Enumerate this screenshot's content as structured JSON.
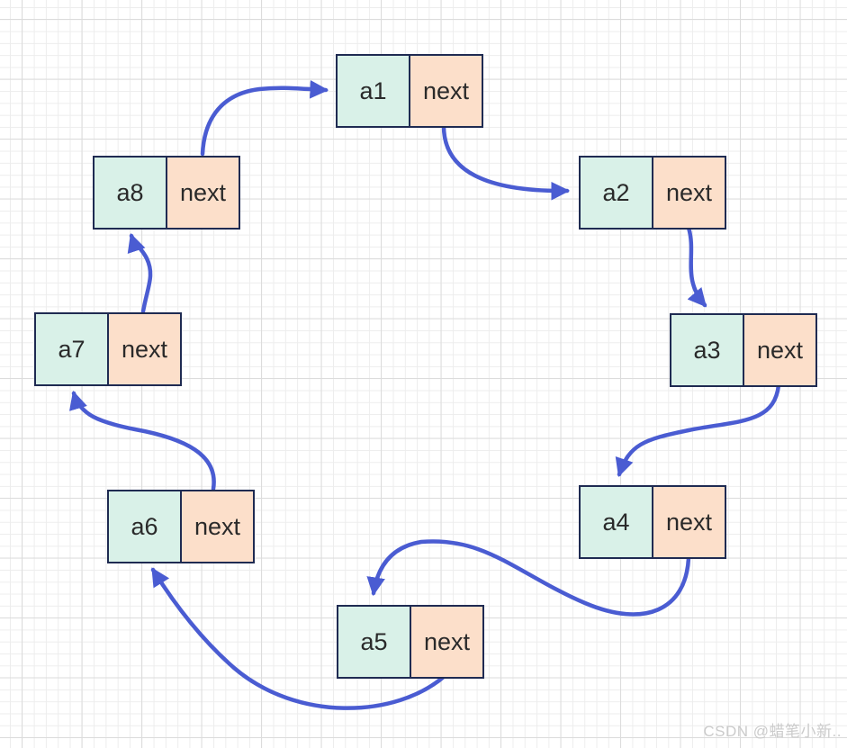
{
  "diagram": {
    "type": "circular-linked-list",
    "nodes": [
      {
        "id": "a1",
        "label": "a1",
        "pointer": "next"
      },
      {
        "id": "a2",
        "label": "a2",
        "pointer": "next"
      },
      {
        "id": "a3",
        "label": "a3",
        "pointer": "next"
      },
      {
        "id": "a4",
        "label": "a4",
        "pointer": "next"
      },
      {
        "id": "a5",
        "label": "a5",
        "pointer": "next"
      },
      {
        "id": "a6",
        "label": "a6",
        "pointer": "next"
      },
      {
        "id": "a7",
        "label": "a7",
        "pointer": "next"
      },
      {
        "id": "a8",
        "label": "a8",
        "pointer": "next"
      }
    ],
    "edges": [
      {
        "from": "a1",
        "to": "a2"
      },
      {
        "from": "a2",
        "to": "a3"
      },
      {
        "from": "a3",
        "to": "a4"
      },
      {
        "from": "a4",
        "to": "a5"
      },
      {
        "from": "a5",
        "to": "a6"
      },
      {
        "from": "a6",
        "to": "a7"
      },
      {
        "from": "a7",
        "to": "a8"
      },
      {
        "from": "a8",
        "to": "a1"
      }
    ]
  },
  "colors": {
    "label_cell_bg": "#d9f1e8",
    "next_cell_bg": "#fcdfca",
    "node_border": "#1f2b52",
    "arrow": "#4a5cd2",
    "node_text": "#2a2a2a",
    "grid_minor": "#ededed",
    "grid_major": "#dcdcdc",
    "watermark_text": "#cbcbcb"
  },
  "watermark": "CSDN @蜡笔小新.."
}
